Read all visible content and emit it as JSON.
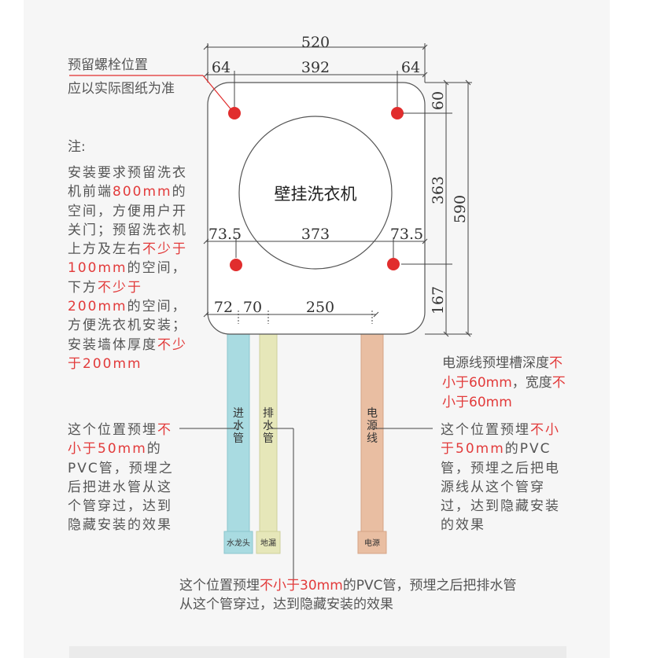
{
  "dimensions": {
    "total_width": "520",
    "left_margin": "64",
    "bolt_span": "392",
    "right_margin": "64",
    "top_margin": "60",
    "bolt_vertical": "363",
    "total_height": "590",
    "bottom_margin": "167",
    "lower_left": "73.5",
    "lower_span": "373",
    "lower_right": "73.5",
    "pipe_offset_1": "72",
    "pipe_offset_2": "70",
    "pipe_offset_3": "250"
  },
  "machine_label": "壁挂洗衣机",
  "bolt_note": {
    "title": "预留螺栓位置",
    "subtitle": "应以实际图纸为准"
  },
  "notes": {
    "heading": "注:",
    "parts": [
      {
        "text": "安装要求预留洗衣机前端",
        "red": false
      },
      {
        "text": "800mm",
        "red": true
      },
      {
        "text": "的空间，方便用户开关门；预留洗衣机上方及左右",
        "red": false
      },
      {
        "text": "不少于100mm",
        "red": true
      },
      {
        "text": "的空间，下方",
        "red": false
      },
      {
        "text": "不少于200mm",
        "red": true
      },
      {
        "text": "的空间，方便洗衣机安装；安装墙体厚度",
        "red": false
      },
      {
        "text": "不少于200mm",
        "red": true
      }
    ]
  },
  "pipes": [
    {
      "label": "进水管",
      "end_label": "水龙头",
      "color": "#a9dbe1"
    },
    {
      "label": "排水管",
      "end_label": "地漏",
      "color": "#e6e7b9"
    },
    {
      "label": "电源线",
      "end_label": "电源",
      "color": "#e9bea2"
    }
  ],
  "annotations": {
    "left": [
      {
        "text": "这个位置预埋",
        "red": false
      },
      {
        "text": "不小于50mm",
        "red": true
      },
      {
        "text": "的PVC管，预埋之后把进水管从这个管穿过，达到隐藏安装的效果",
        "red": false
      }
    ],
    "bottom": [
      {
        "text": "这个位置预埋",
        "red": false
      },
      {
        "text": "不小于30mm",
        "red": true
      },
      {
        "text": "的PVC管，预埋之后把排水管从这个管穿过，达到隐藏安装的效果",
        "red": false
      }
    ],
    "right_top": [
      {
        "text": "电源线预埋槽深度",
        "red": false
      },
      {
        "text": "不小于60mm",
        "red": true
      },
      {
        "text": "，宽度",
        "red": false
      },
      {
        "text": "不小于60mm",
        "red": true
      }
    ],
    "right": [
      {
        "text": "这个位置预埋",
        "red": false
      },
      {
        "text": "不小于50mm",
        "red": true
      },
      {
        "text": "的PVC管，预埋之后把电源线从这个管穿过，达到隐藏安装的效果",
        "red": false
      }
    ]
  },
  "colors": {
    "accent_red": "#e23b3b",
    "bolt_red": "#e12d2d",
    "line": "#444444"
  }
}
